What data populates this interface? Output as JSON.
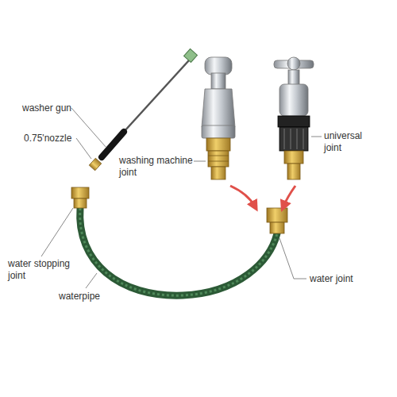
{
  "diagram": {
    "labels": [
      "washer gun",
      "0.75'nozzle",
      "washing machine joint",
      "universal joint",
      "water stopping joint",
      "waterpipe",
      "water joint"
    ]
  }
}
